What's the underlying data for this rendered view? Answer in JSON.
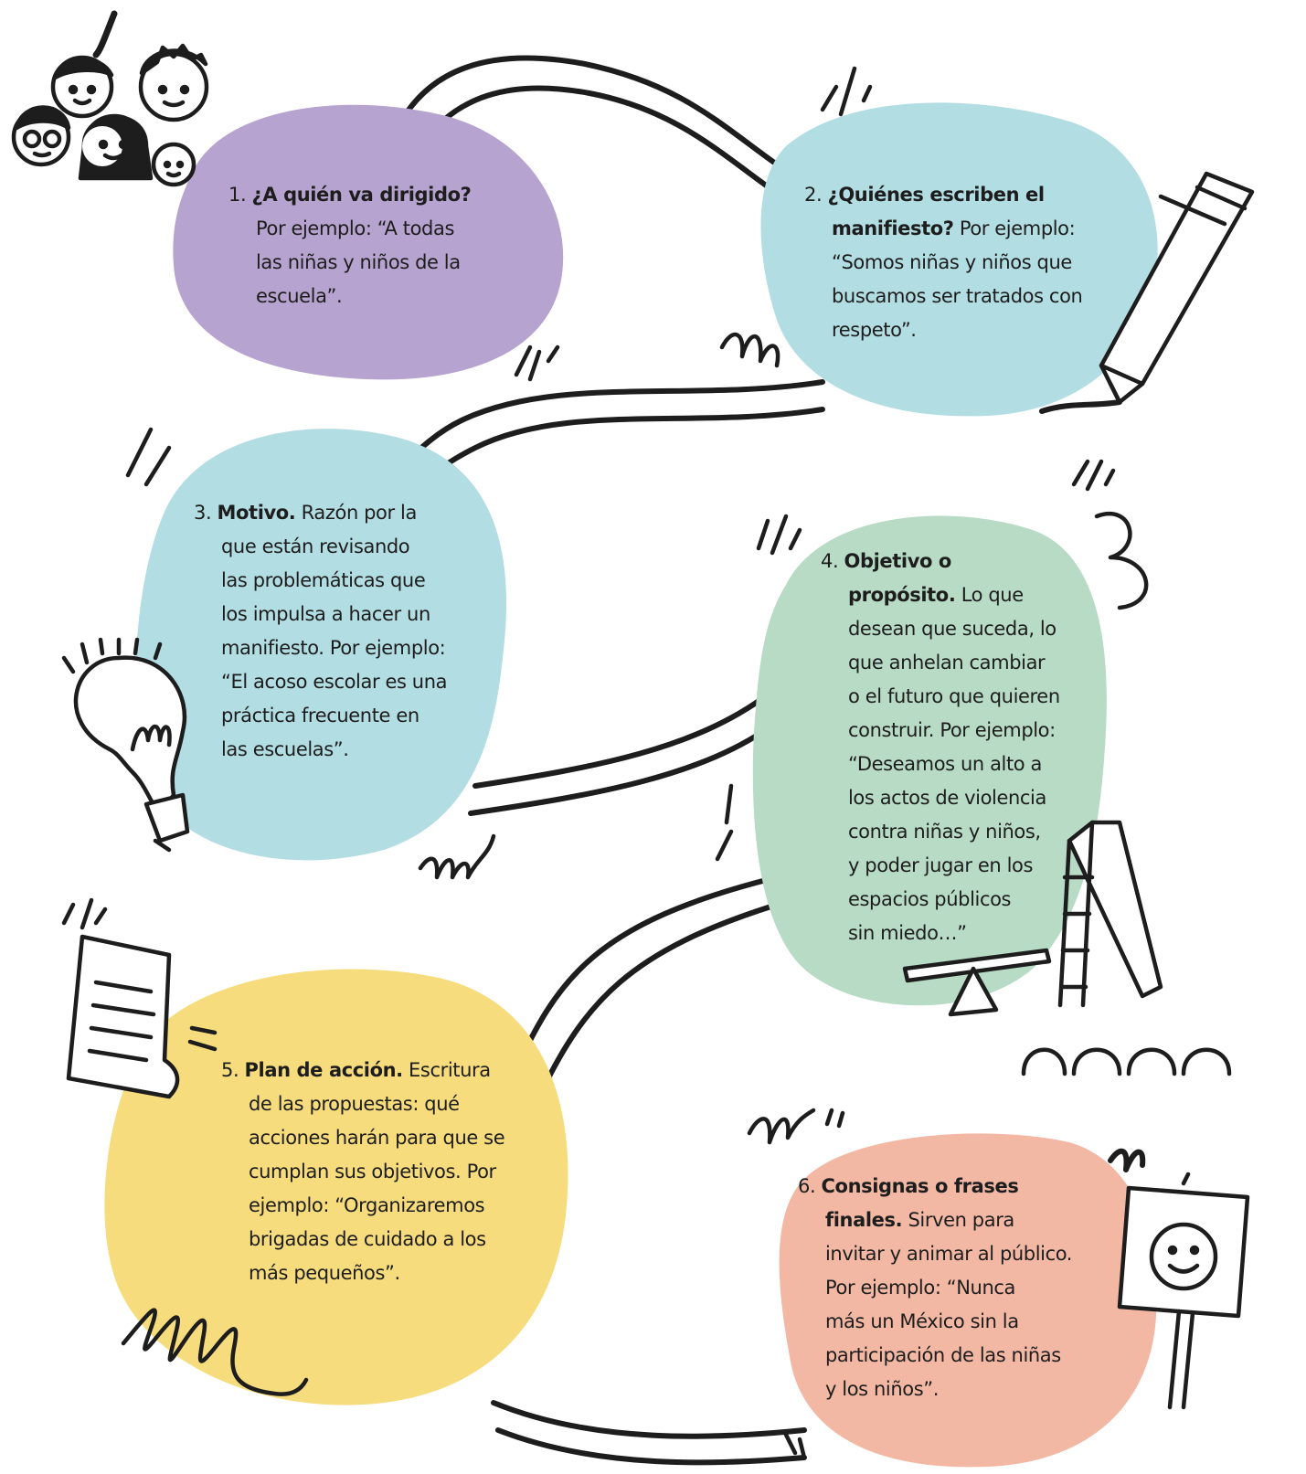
{
  "colors": {
    "purple": "#b7a3cf",
    "blue": "#b2dde2",
    "green": "#b7dbc4",
    "yellow": "#f6dc7c",
    "salmon": "#f2b8a4",
    "ink": "#1d1d1d"
  },
  "steps": [
    {
      "number": "1.",
      "title": "¿A quién va dirigido?",
      "lines": [
        "Por ejemplo: “A todas",
        "las niñas y niños de la",
        "escuela”."
      ]
    },
    {
      "number": "2.",
      "title": "¿Quiénes escriben el",
      "title_line2": "manifiesto?",
      "lines": [
        "Por ejemplo:",
        "“Somos niñas y niños que",
        "buscamos ser tratados con",
        "respeto”."
      ]
    },
    {
      "number": "3.",
      "title": "Motivo.",
      "lines": [
        "Razón por la",
        "que están revisando",
        "las problemáticas que",
        "los impulsa a hacer un",
        "manifiesto. Por ejemplo:",
        "“El acoso escolar es una",
        "práctica frecuente en",
        "las escuelas”."
      ]
    },
    {
      "number": "4.",
      "title": "Objetivo o",
      "title_line2": "propósito.",
      "lines": [
        "Lo que",
        "desean que suceda, lo",
        "que anhelan cambiar",
        "o el futuro que quieren",
        "construir. Por ejemplo:",
        "“Deseamos un alto a",
        "los actos de violencia",
        "contra niñas y niños,",
        "y poder jugar en los",
        "espacios públicos",
        "sin miedo…”"
      ]
    },
    {
      "number": "5.",
      "title": "Plan de acción.",
      "lines": [
        "Escritura",
        "de las propuestas: qué",
        "acciones harán para que se",
        "cumplan sus objetivos. Por",
        "ejemplo: “Organizaremos",
        "brigadas de cuidado a los",
        "más pequeños”."
      ]
    },
    {
      "number": "6.",
      "title": "Consignas o frases",
      "title_line2": "finales.",
      "lines": [
        "Sirven para",
        "invitar y animar al público.",
        "Por ejemplo: “Nunca",
        "más un México sin la",
        "participación de las niñas",
        "y los niños”."
      ]
    }
  ]
}
